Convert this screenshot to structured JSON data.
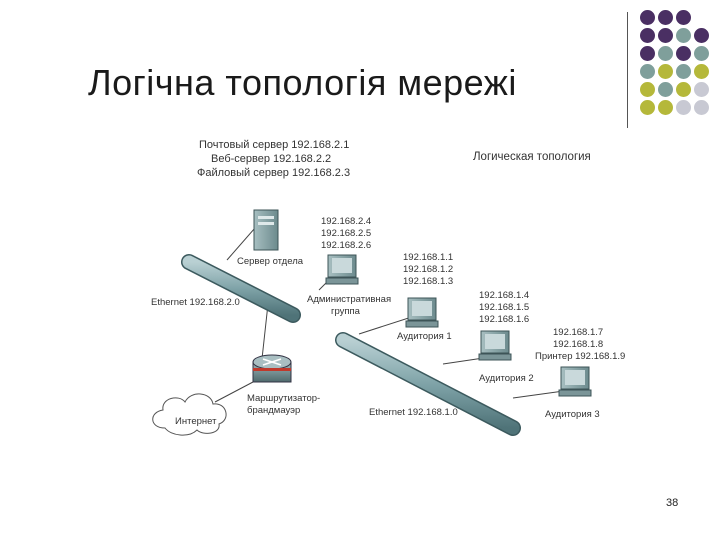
{
  "slide": {
    "title": "Логічна топологія мережі",
    "page_number": "38"
  },
  "diagram": {
    "heading": "Логическая топология",
    "servers_block": [
      "Почтовый сервер 192.168.2.1",
      "Веб-сервер 192.168.2.2",
      "Файловый сервер 192.168.2.3"
    ],
    "server_addresses": [
      "192.168.2.4",
      "192.168.2.5",
      "192.168.2.6"
    ],
    "dept_server_label": "Сервер отдела",
    "ethernet_2": "Ethernet 192.168.2.0",
    "admin_addresses": [
      "192.168.1.1",
      "192.168.1.2",
      "192.168.1.3"
    ],
    "admin_label": [
      "Административная",
      "группа"
    ],
    "aud1_addresses": [
      "192.168.1.4",
      "192.168.1.5",
      "192.168.1.6"
    ],
    "aud1_label": "Аудитория 1",
    "aud2_addresses": [
      "192.168.1.7",
      "192.168.1.8",
      "Принтер 192.168.1.9"
    ],
    "aud2_label": "Аудитория 2",
    "aud3_label": "Аудитория 3",
    "router_label": [
      "Маршрутизатор-",
      "брандмауэр"
    ],
    "ethernet_1": "Ethernet 192.168.1.0",
    "internet_label": "Интернет"
  },
  "colors": {
    "dot_purple": "#4a2f63",
    "dot_teal": "#7f9f9b",
    "dot_olive": "#b5b83a",
    "dot_light": "#c8c9d3",
    "cable": "#7fa3a8",
    "device": "#8aa4a6"
  }
}
